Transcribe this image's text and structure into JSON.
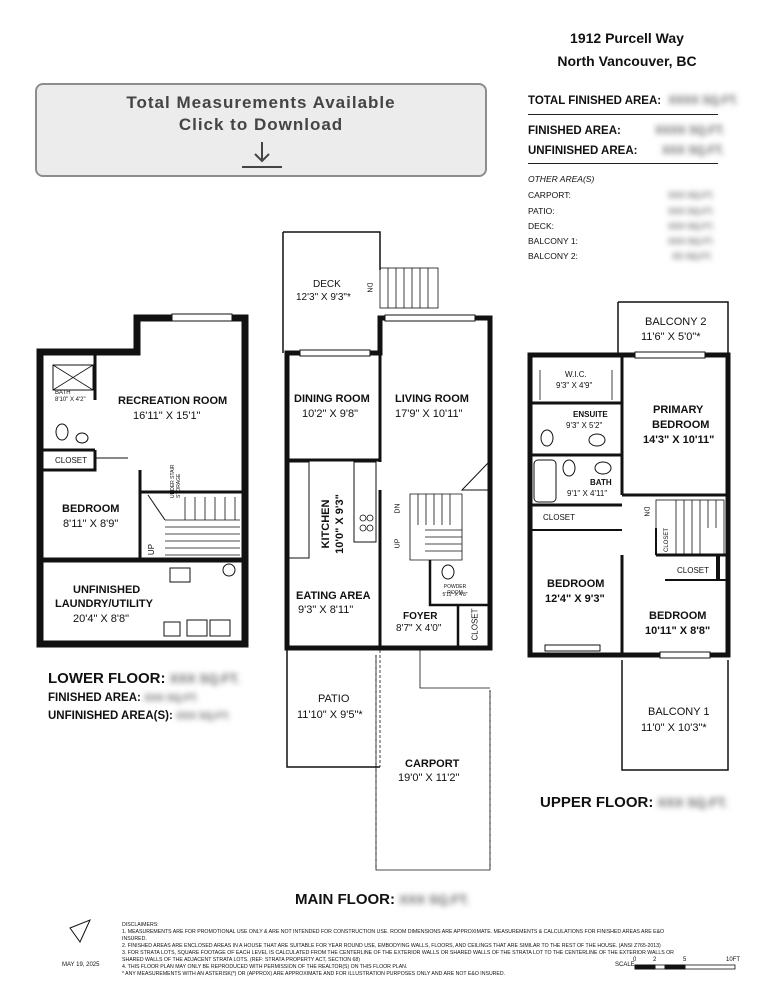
{
  "address": {
    "line1": "1912 Purcell Way",
    "line2": "North Vancouver, BC"
  },
  "download_button": {
    "line1": "Total Measurements Available",
    "line2": "Click to Download",
    "icon": "download-icon"
  },
  "summary": {
    "total_finished_label": "TOTAL FINISHED AREA:",
    "total_finished_value": "XXXX SQ.FT.",
    "finished_label": "FINISHED AREA:",
    "finished_value": "XXXX SQ.FT.",
    "unfinished_label": "UNFINISHED AREA:",
    "unfinished_value": "XXX SQ.FT.",
    "other_heading": "OTHER AREA(S)",
    "other": [
      {
        "label": "CARPORT:",
        "value": "XXX SQ.FT."
      },
      {
        "label": "PATIO:",
        "value": "XXX SQ.FT."
      },
      {
        "label": "DECK:",
        "value": "XXX SQ.FT."
      },
      {
        "label": "BALCONY 1:",
        "value": "XXX SQ.FT."
      },
      {
        "label": "BALCONY 2:",
        "value": "XX SQ.FT."
      }
    ]
  },
  "lower_floor": {
    "title": "LOWER FLOOR:",
    "title_value": "XXX SQ.FT.",
    "finished_label": "FINISHED AREA:",
    "finished_value": "XXX SQ.FT.",
    "unfinished_label": "UNFINISHED AREA(S):",
    "unfinished_value": "XXX SQ.FT.",
    "rooms": {
      "bath_name": "BATH",
      "bath_dim": "8'10\" X 4'2\"",
      "rec_name": "RECREATION ROOM",
      "rec_dim": "16'11\" X 15'1\"",
      "closet": "CLOSET",
      "bed_name": "BEDROOM",
      "bed_dim": "8'11\" X 8'9\"",
      "under_stair": "UNDER STAIR STORAGE",
      "up": "UP",
      "laundry_name": "UNFINISHED",
      "laundry_name2": "LAUNDRY/UTILITY",
      "laundry_dim": "20'4\" X 8'8\""
    }
  },
  "main_floor": {
    "title": "MAIN FLOOR:",
    "title_value": "XXX SQ.FT.",
    "rooms": {
      "deck_name": "DECK",
      "deck_dim": "12'3\" X 9'3\"*",
      "dn": "DN",
      "dining_name": "DINING ROOM",
      "dining_dim": "10'2\" X 9'8\"",
      "living_name": "LIVING ROOM",
      "living_dim": "17'9\" X 10'11\"",
      "kitchen_name": "KITCHEN",
      "kitchen_dim": "10'0\" X 9'3\"",
      "up": "UP",
      "powder_name": "POWDER ROOM",
      "powder_dim": "5'11\" X 4'8\"",
      "eating_name": "EATING AREA",
      "eating_dim": "9'3\" X 8'11\"",
      "foyer_name": "FOYER",
      "foyer_dim": "8'7\" X 4'0\"",
      "closet": "CLOSET",
      "patio_name": "PATIO",
      "patio_dim": "11'10\" X 9'5\"*",
      "carport_name": "CARPORT",
      "carport_dim": "19'0\" X 11'2\""
    }
  },
  "upper_floor": {
    "title": "UPPER FLOOR:",
    "title_value": "XXX SQ.FT.",
    "rooms": {
      "balcony2_name": "BALCONY 2",
      "balcony2_dim": "11'6\" X 5'0\"*",
      "wic_name": "W.I.C.",
      "wic_dim": "9'3\" X 4'9\"",
      "ensuite_name": "ENSUITE",
      "ensuite_dim": "9'3\" X 5'2\"",
      "primary_name": "PRIMARY",
      "primary_name2": "BEDROOM",
      "primary_dim": "14'3\" X 10'11\"",
      "bath_name": "BATH",
      "bath_dim": "9'1\" X 4'11\"",
      "closet": "CLOSET",
      "dn": "DN",
      "bed1_name": "BEDROOM",
      "bed1_dim": "12'4\" X 9'3\"",
      "bed2_name": "BEDROOM",
      "bed2_dim": "10'11\" X 8'8\"",
      "balcony1_name": "BALCONY 1",
      "balcony1_dim": "11'0\" X 10'3\"*"
    }
  },
  "footer": {
    "date": "MAY 19, 2025",
    "disclaimer_title": "DISCLAIMERS:",
    "disclaimers": [
      "1. MEASUREMENTS ARE FOR PROMOTIONAL USE ONLY & ARE NOT INTENDED FOR CONSTRUCTION USE. ROOM DIMENSIONS ARE APPROXIMATE. MEASUREMENTS & CALCULATIONS FOR FINISHED AREAS ARE E&O INSURED.",
      "2. FINISHED AREAS ARE ENCLOSED AREAS IN A HOUSE THAT ARE SUITABLE FOR YEAR ROUND USE, EMBODYING WALLS, FLOORS, AND CEILINGS THAT ARE SIMILAR TO THE REST OF THE HOUSE. (ANSI Z765-2013)",
      "3. FOR STRATA LOTS, SQUARE FOOTAGE OF EACH LEVEL IS CALCULATED FROM THE CENTERLINE OF THE EXTERIOR WALLS OR SHARED WALLS OF THE STRATA LOT TO THE CENTERLINE OF THE EXTERIOR WALLS OR SHARED WALLS OF THE ADJACENT STRATA LOTS. (REF: STRATA PROPERTY ACT, SECTION 68)",
      "4. THIS FLOOR PLAN MAY ONLY BE REPRODUCED WITH PERMISSION OF THE REALTOR(S) ON THIS FLOOR PLAN.",
      "* ANY MEASUREMENTS WITH AN ASTERISK(*) OR (APPROX) ARE APPROXIMATE AND FOR ILLUSTRATION PURPOSES ONLY AND ARE NOT E&O INSURED."
    ],
    "scale_label": "SCALE",
    "scale_ticks": [
      "0",
      "2",
      "5",
      "10FT"
    ]
  }
}
